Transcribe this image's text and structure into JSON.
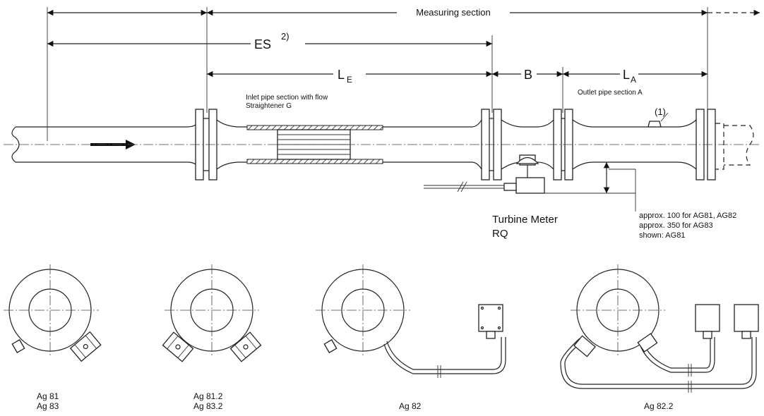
{
  "main_diagram": {
    "measuring_section": "Measuring section",
    "es_label": "ES",
    "es_note": "2)",
    "le_main": "L",
    "le_sub": "E",
    "b_label": "B",
    "la_main": "L",
    "la_sub": "A",
    "inlet_line1": "Inlet pipe section with flow",
    "inlet_line2": "Straightener G",
    "outlet_label": "Outlet pipe section A",
    "pressure_tap": "(1)",
    "turbine_line1": "Turbine Meter",
    "turbine_line2": "RQ",
    "approx_line1": "approx. 100 for AG81, AG82",
    "approx_line2": "approx. 350 for AG83",
    "approx_line3": "shown: AG81"
  },
  "variants": [
    {
      "line1": "Ag 81",
      "line2": "Ag 83"
    },
    {
      "line1": "Ag 81.2",
      "line2": "Ag 83.2"
    },
    {
      "line1": "Ag 82"
    },
    {
      "line1": "Ag 82.2"
    }
  ]
}
